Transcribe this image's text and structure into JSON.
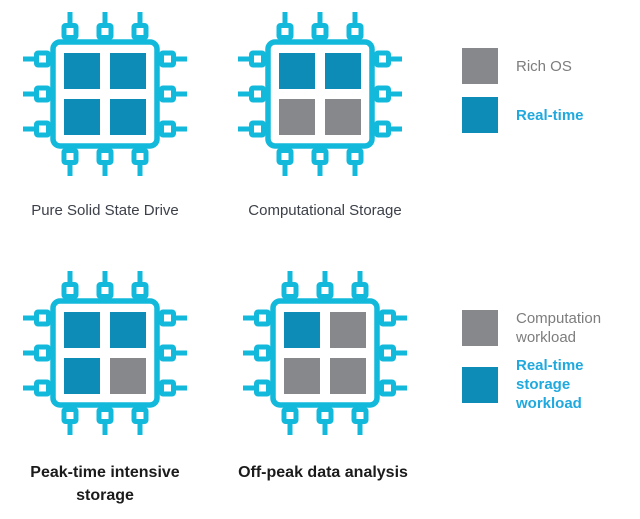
{
  "colors": {
    "chip_outline": "#13b9db",
    "core_real_time": "#0d8cb8",
    "core_gray": "#87888b",
    "top_label_text": "#3c4049",
    "bottom_label_text": "#1b1b1b",
    "legend_gray_text": "#7d7d7d",
    "legend_teal_text": "#1fa9de"
  },
  "chips": [
    {
      "label": "Pure Solid State Drive",
      "cores": [
        "#0d8cb8",
        "#0d8cb8",
        "#0d8cb8",
        "#0d8cb8"
      ],
      "core_types": [
        "real-time",
        "real-time",
        "real-time",
        "real-time"
      ]
    },
    {
      "label": "Computational Storage",
      "cores": [
        "#0d8cb8",
        "#0d8cb8",
        "#87888b",
        "#87888b"
      ],
      "core_types": [
        "real-time",
        "real-time",
        "rich-os",
        "rich-os"
      ]
    },
    {
      "label": "Peak-time intensive\nstorage",
      "cores": [
        "#0d8cb8",
        "#0d8cb8",
        "#0d8cb8",
        "#87888b"
      ],
      "core_types": [
        "real-time storage",
        "real-time storage",
        "real-time storage",
        "computation"
      ]
    },
    {
      "label": "Off-peak data analysis",
      "cores": [
        "#0d8cb8",
        "#87888b",
        "#87888b",
        "#87888b"
      ],
      "core_types": [
        "real-time storage",
        "computation",
        "computation",
        "computation"
      ]
    }
  ],
  "legends": [
    {
      "items": [
        {
          "label": "Rich OS",
          "color": "#87888b"
        },
        {
          "label": "Real-time",
          "color": "#0d8cb8"
        }
      ]
    },
    {
      "items": [
        {
          "label": "Computation\nworkload",
          "color": "#87888b"
        },
        {
          "label": "Real-time\nstorage workload",
          "color": "#0d8cb8"
        }
      ]
    }
  ]
}
